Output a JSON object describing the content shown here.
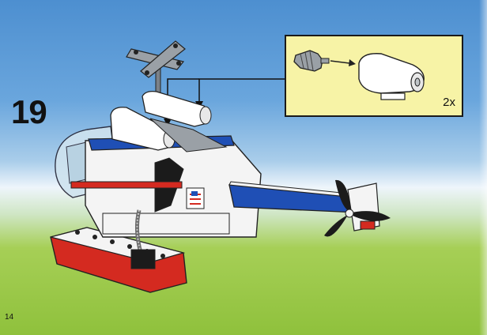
{
  "step": {
    "number": "19"
  },
  "page": {
    "number": "14"
  },
  "callout": {
    "quantity": "2x"
  },
  "colors": {
    "sky": "#4d8fd0",
    "grass": "#8fc13c",
    "callout_bg": "#f7f3a6",
    "brick_red": "#d42a20",
    "brick_blue": "#1f4fb5",
    "brick_white": "#f4f4f4",
    "brick_black": "#1b1b1b",
    "brick_grey": "#9aa0a6"
  },
  "icons": [
    "engine-exhaust-icon",
    "jet-engine-housing-icon",
    "arrow-icon",
    "helicopter-model-icon"
  ]
}
